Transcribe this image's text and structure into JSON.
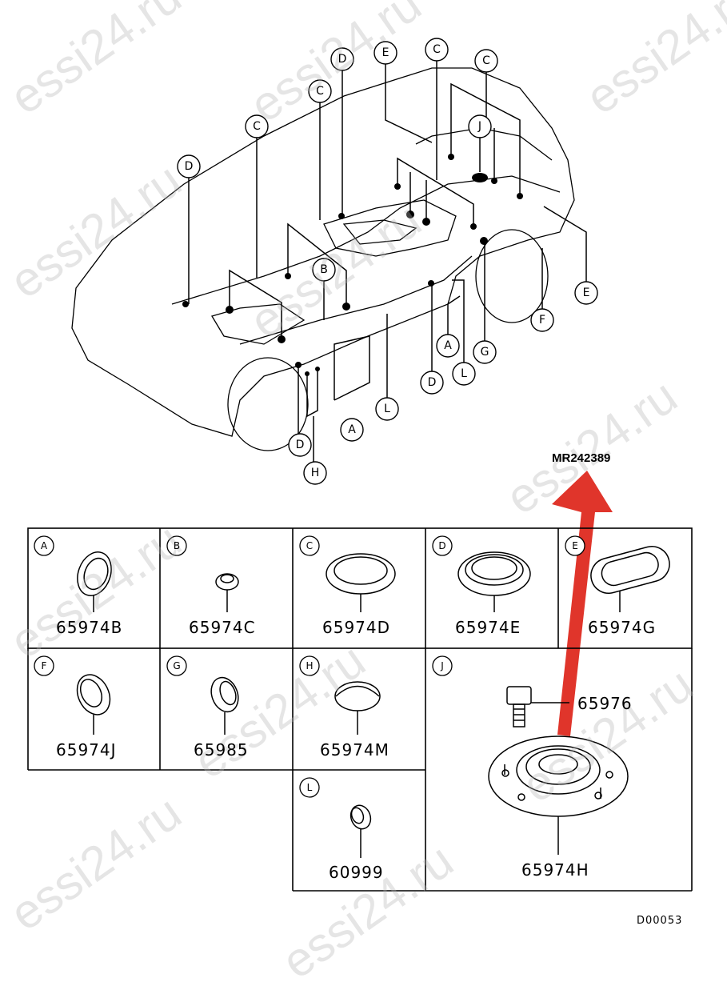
{
  "reference_number": "MR242389",
  "drawing_code": "D00053",
  "watermark_text": "essi24.ru",
  "callout_letters": [
    "A",
    "B",
    "C",
    "D",
    "E",
    "F",
    "G",
    "H",
    "J",
    "L"
  ],
  "parts_table": [
    {
      "letter": "A",
      "part_no": "65974B"
    },
    {
      "letter": "B",
      "part_no": "65974C"
    },
    {
      "letter": "C",
      "part_no": "65974D"
    },
    {
      "letter": "D",
      "part_no": "65974E"
    },
    {
      "letter": "E",
      "part_no": "65974G"
    },
    {
      "letter": "F",
      "part_no": "65974J"
    },
    {
      "letter": "G",
      "part_no": "65985"
    },
    {
      "letter": "H",
      "part_no": "65974M"
    },
    {
      "letter": "J",
      "part_no": "65974H",
      "sub_part_no": "65976"
    },
    {
      "letter": "L",
      "part_no": "60999"
    }
  ],
  "arrow_color": "#e0352b"
}
